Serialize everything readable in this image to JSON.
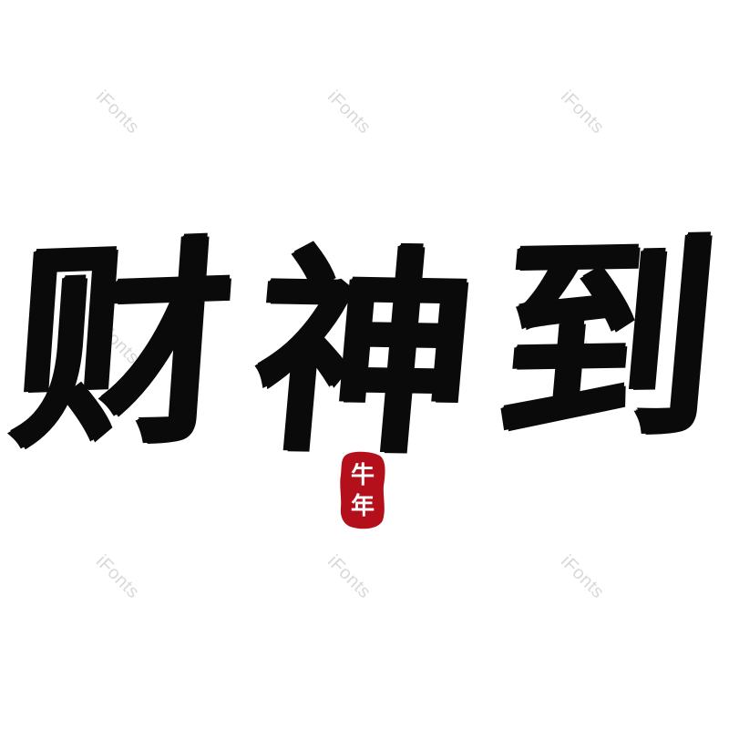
{
  "watermark": {
    "text": "iFonts",
    "color": "#d9d9d9"
  },
  "artwork": {
    "title_chars": [
      "财",
      "神",
      "到"
    ],
    "ink_color": "#0a0a0a",
    "background_color": "#ffffff"
  },
  "seal": {
    "chars": [
      "牛",
      "年"
    ],
    "color": "#b3101b",
    "text_color": "#ffffff"
  }
}
